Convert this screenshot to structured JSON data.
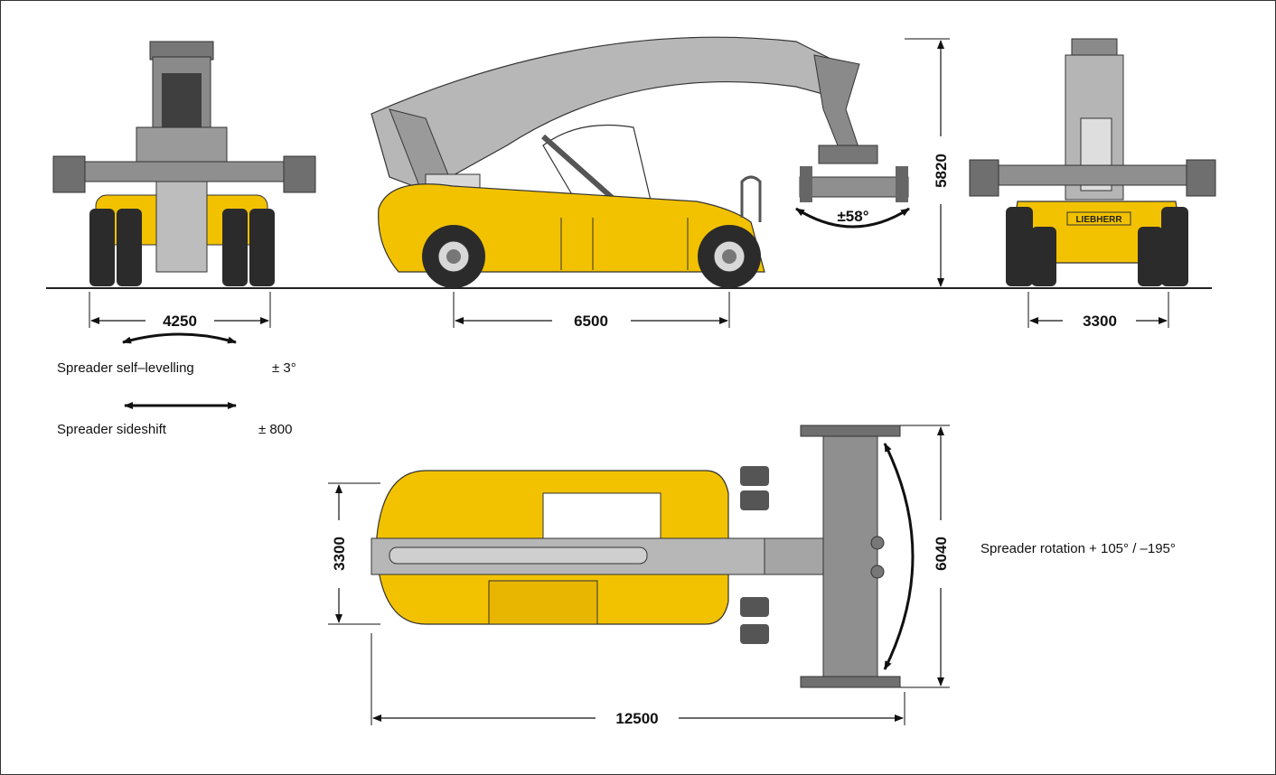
{
  "dimensions": {
    "front_width": "4250",
    "wheelbase": "6500",
    "height": "5820",
    "rear_width": "3300",
    "top_width": "3300",
    "length": "12500",
    "spreader_length": "6040",
    "tilt": "±58°"
  },
  "notes": {
    "levelling_label": "Spreader self–levelling",
    "levelling_value": "± 3°",
    "sideshift_label": "Spreader sideshift",
    "sideshift_value": "± 800",
    "rotation": "Spreader rotation + 105° / –195°"
  },
  "branding": {
    "logo": "LIEBHERR"
  },
  "colors": {
    "yellow": "#f2c200",
    "grey": "#9a9a9a",
    "dark_grey": "#5e5e5e",
    "tyre": "#2b2b2b"
  }
}
